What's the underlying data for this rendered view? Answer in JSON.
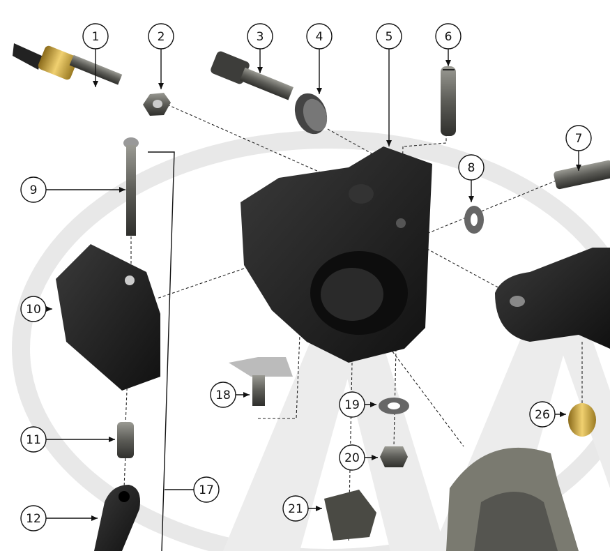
{
  "diagram": {
    "type": "exploded-parts-view",
    "callouts": [
      "1",
      "2",
      "3",
      "4",
      "5",
      "6",
      "7",
      "8",
      "9",
      "10",
      "11",
      "12",
      "17",
      "18",
      "19",
      "20",
      "21",
      "26"
    ],
    "colors": {
      "watermark": "#e6e6e6",
      "plastic": "#1c1c1c",
      "steel": "#6d6d66",
      "brass": "#c9a640",
      "line": "#111111"
    }
  }
}
